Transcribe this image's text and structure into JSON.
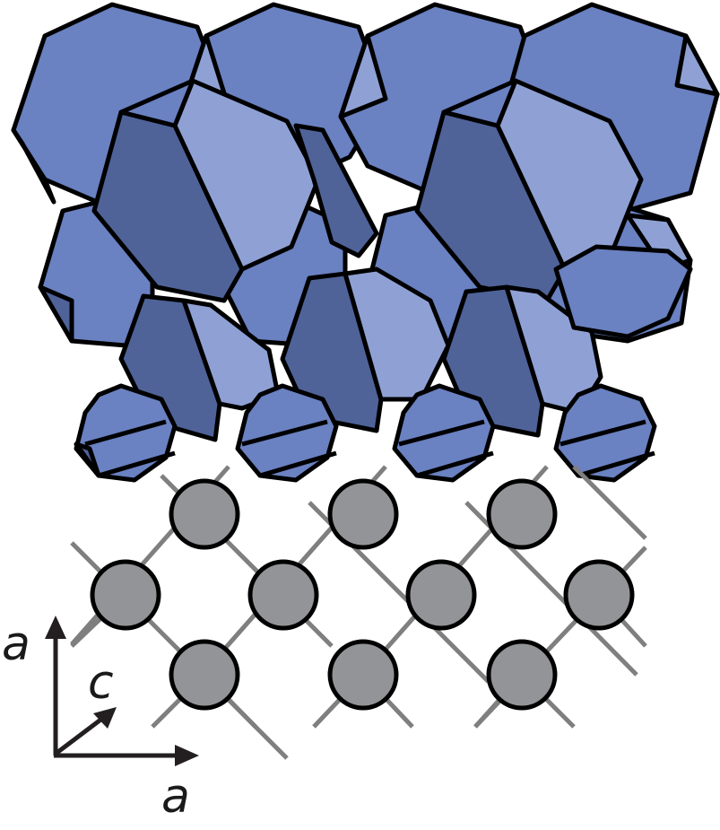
{
  "axes": {
    "vertical_label": "a",
    "depth_label": "c",
    "horizontal_label": "a"
  },
  "colors": {
    "face_mid": "#6a81c2",
    "face_light": "#8fa1d4",
    "face_dark": "#4f6399",
    "outline": "#000000",
    "atom": "#939497",
    "bond": "#7f7f7f",
    "axis": "#231f20"
  }
}
